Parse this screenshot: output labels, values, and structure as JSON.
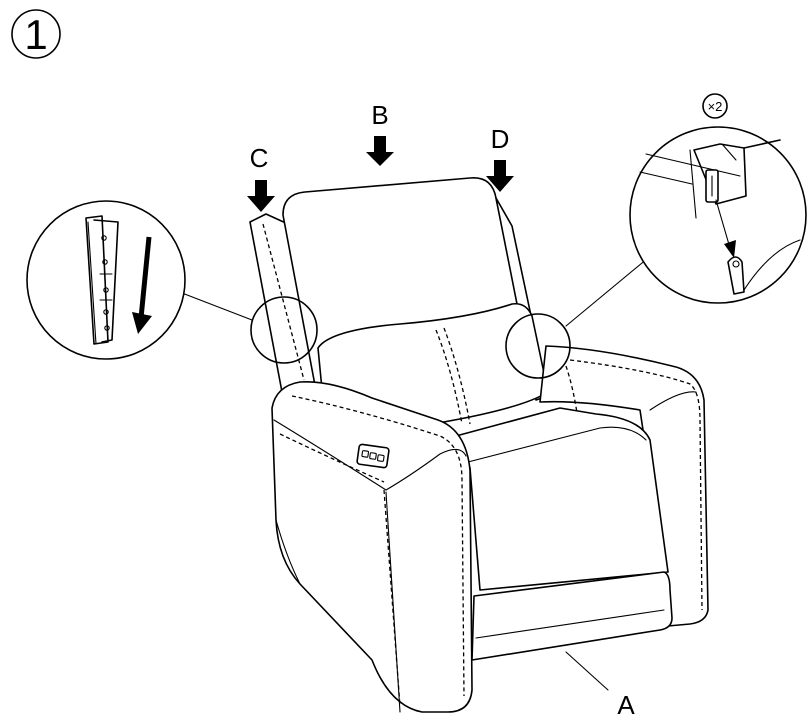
{
  "step": {
    "number": "1"
  },
  "labels": {
    "a": "A",
    "b": "B",
    "c": "C",
    "d": "D"
  },
  "detail_right": {
    "quantity": "×2"
  },
  "icons": {
    "step_badge": "circled-number-icon",
    "arrow": "down-arrow-icon",
    "control_panel": "power-button-panel-icon",
    "quantity_badge": "circled-quantity-icon"
  }
}
